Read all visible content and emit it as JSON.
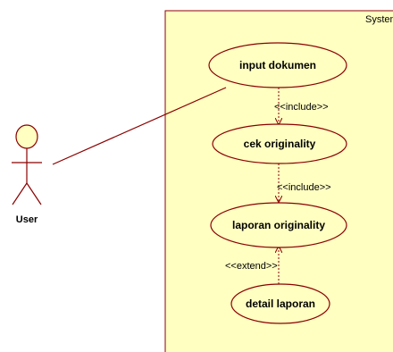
{
  "system": {
    "label": "System"
  },
  "actor": {
    "name": "User"
  },
  "use_cases": {
    "input": "input dokumen",
    "cek": "cek originality",
    "laporan": "laporan originality",
    "detail": "detail laporan"
  },
  "relations": {
    "include_1": "<<include>>",
    "include_2": "<<include>>",
    "extend_1": "<<extend>>"
  },
  "colors": {
    "fill": "#ffffc2",
    "stroke": "#8b0000",
    "text": "#000000"
  }
}
